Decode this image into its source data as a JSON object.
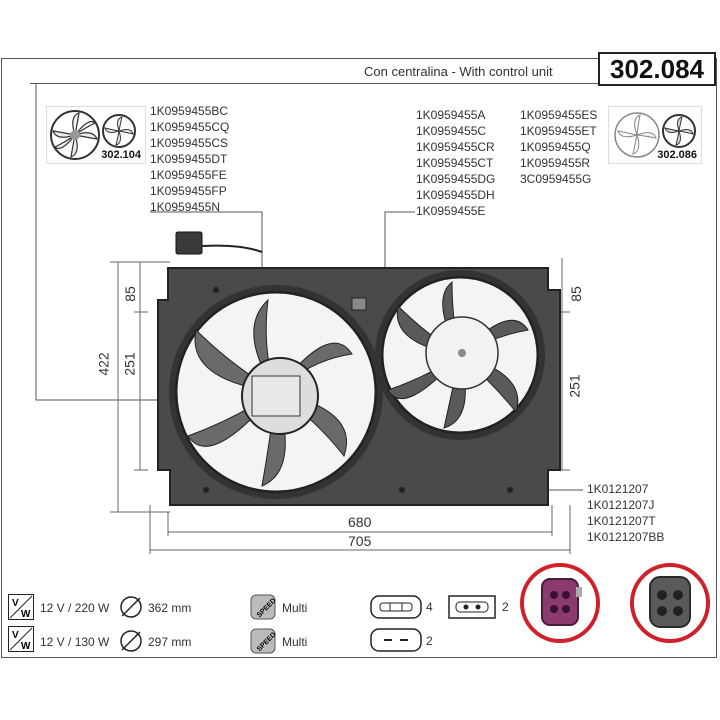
{
  "header": {
    "subtitle": "Con centralina - With control unit",
    "product_code": "302.084"
  },
  "variants": {
    "left_code": "302.104",
    "right_code": "302.086"
  },
  "part_numbers": {
    "left_list": [
      "1K0959455BC",
      "1K0959455CQ",
      "1K0959455CS",
      "1K0959455DT",
      "1K0959455FE",
      "1K0959455FP",
      "1K0959455N"
    ],
    "mid_list": [
      "1K0959455A",
      "1K0959455C",
      "1K0959455CR",
      "1K0959455CT",
      "1K0959455DG",
      "1K0959455DH",
      "1K0959455E"
    ],
    "right_list": [
      "1K0959455ES",
      "1K0959455ET",
      "1K0959455Q",
      "1K0959455R",
      "3C0959455G"
    ],
    "frame_list": [
      "1K0121207",
      "1K0121207J",
      "1K0121207T",
      "1K0121207BB"
    ]
  },
  "dimensions": {
    "height_total": "422",
    "left_top": "85",
    "left_mid": "251",
    "right_top": "85",
    "right_mid": "251",
    "width_inner": "680",
    "width_outer": "705"
  },
  "specs": [
    {
      "power": "12 V / 220 W",
      "diameter": "362 mm",
      "speed": "Multi"
    },
    {
      "power": "12 V / 130 W",
      "diameter": "297 mm",
      "speed": "Multi"
    }
  ],
  "connectors": {
    "pins_a": "4",
    "pins_b": "2",
    "pins_c": "2"
  },
  "icons": {
    "vw": "vw-voltage-icon",
    "diameter": "diameter-icon",
    "speed": "speed-icon",
    "connector": "connector-icon"
  },
  "colors": {
    "connector_magenta": "#8a3a6e",
    "connector_gray": "#5a5a5a",
    "highlight_ring": "#d0202a",
    "fan_frame": "#3a3a3a"
  }
}
